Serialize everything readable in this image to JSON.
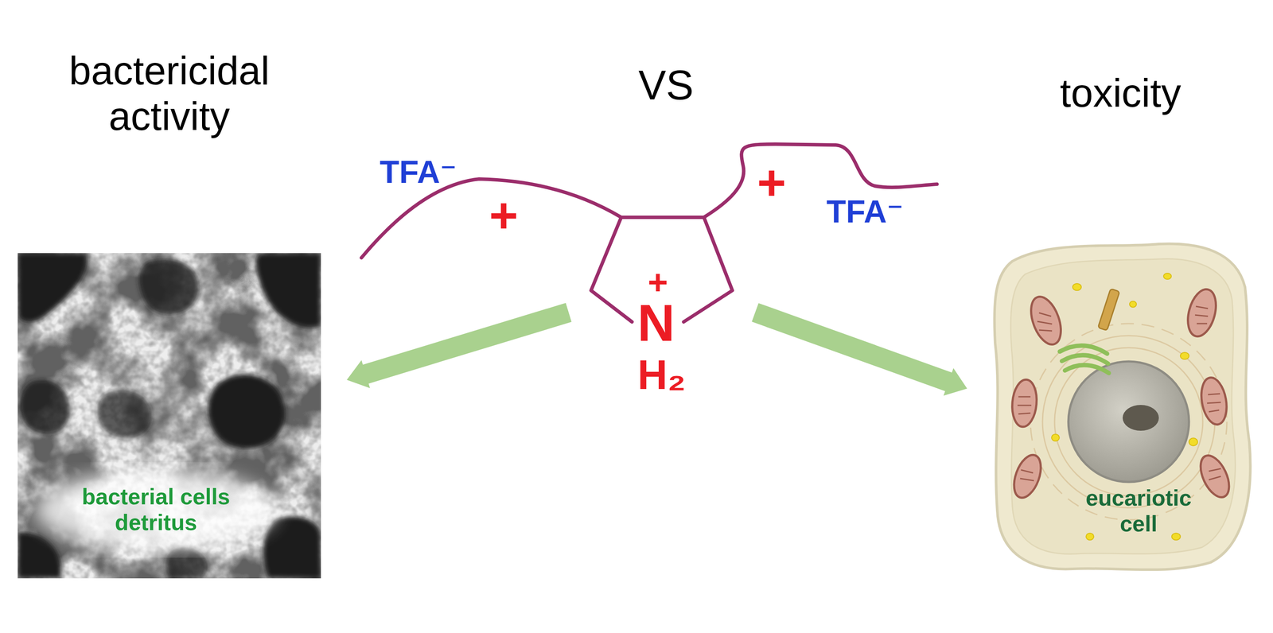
{
  "diagram": {
    "nodes": [
      {
        "text": [
          "bactericidal activity",
          "bacterial cells detritus"
        ]
      },
      {
        "text": [
          "+",
          "N",
          "H₂"
        ]
      },
      {
        "text": [
          "toxicity",
          "eucariotic cell"
        ]
      }
    ],
    "edges": [
      {
        "from": 1,
        "to": 0,
        "arrow": "to"
      },
      {
        "from": 1,
        "to": 2,
        "arrow": "to"
      }
    ],
    "labels": [
      "VS",
      "TFA⁻",
      "+",
      "+",
      "TFA⁻"
    ]
  }
}
